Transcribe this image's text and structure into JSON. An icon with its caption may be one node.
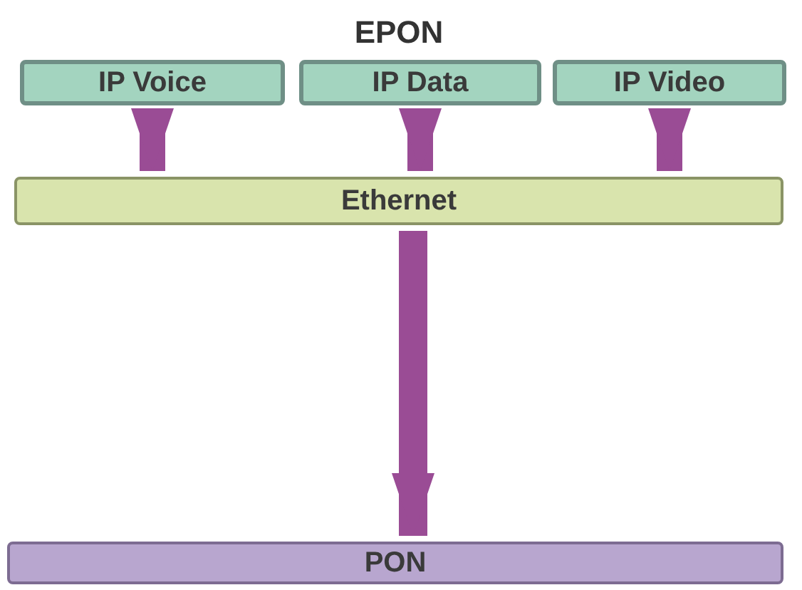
{
  "diagram": {
    "title": "EPON",
    "nodes": [
      {
        "text": [
          "IP Voice"
        ]
      },
      {
        "text": [
          "IP Data"
        ]
      },
      {
        "text": [
          "IP Video"
        ]
      },
      {
        "text": [
          "Ethernet"
        ]
      },
      {
        "text": [
          "PON"
        ]
      }
    ],
    "edges": [
      {
        "from": 0,
        "to": 3,
        "arrow": "to"
      },
      {
        "from": 1,
        "to": 3,
        "arrow": "to"
      },
      {
        "from": 2,
        "to": 3,
        "arrow": "to"
      },
      {
        "from": 3,
        "to": 4,
        "arrow": "to"
      }
    ]
  }
}
